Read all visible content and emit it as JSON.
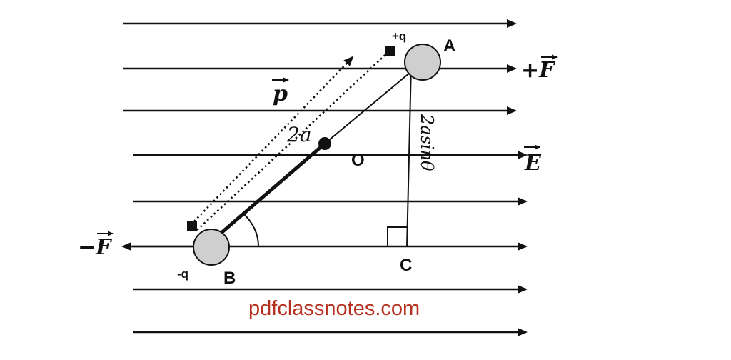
{
  "labels": {
    "point_a": "A",
    "point_b": "B",
    "point_c": "C",
    "point_o": "O",
    "charge_positive": "+q",
    "charge_negative": "-q",
    "force_positive": "+F",
    "force_negative": "−F",
    "field": "E",
    "dipole_moment": "p",
    "length": "2a",
    "perpendicular": "2asinθ"
  },
  "watermark": "pdfclassnotes.com",
  "colors": {
    "stroke": "#111111",
    "charge_fill": "#cfcfcf",
    "watermark": "#b5301e"
  },
  "icons": {
    "vector_marker": "right-arrow-overline",
    "right_angle": "square-corner-mark"
  }
}
